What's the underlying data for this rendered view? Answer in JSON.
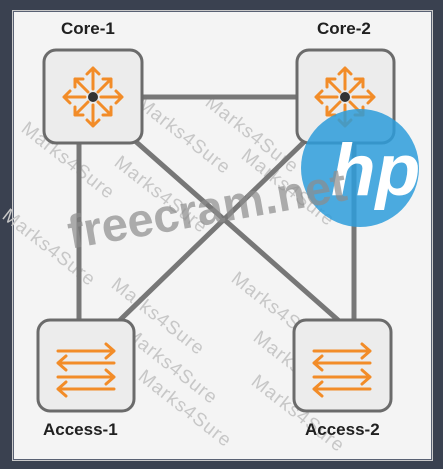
{
  "diagram": {
    "nodes": {
      "core1": {
        "label": "Core-1",
        "icon": "router-icon"
      },
      "core2": {
        "label": "Core-2",
        "icon": "router-icon"
      },
      "access1": {
        "label": "Access-1",
        "icon": "switch-icon"
      },
      "access2": {
        "label": "Access-2",
        "icon": "switch-icon"
      }
    },
    "links": [
      [
        "core1",
        "core2"
      ],
      [
        "core1",
        "access1"
      ],
      [
        "core1",
        "access2"
      ],
      [
        "core2",
        "access1"
      ],
      [
        "core2",
        "access2"
      ]
    ]
  },
  "watermarks": {
    "main": "freecram.net",
    "repeat": "Marks4Sure",
    "logo": "hp"
  },
  "colors": {
    "background": "#3a4150",
    "panel": "#f4f4f4",
    "device_border": "#6b6b6b",
    "device_fill": "#ececec",
    "icon_orange": "#f28c28",
    "link": "#777777",
    "hp_blue": "#2d9cdb"
  }
}
